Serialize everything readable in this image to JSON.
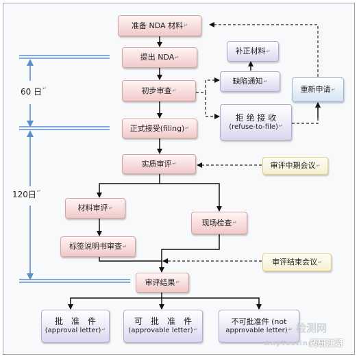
{
  "nodes": {
    "prepare": "准备 NDA 材料",
    "submit": "提出 NDA",
    "initial_review": "初步审查",
    "formal_accept": "正式接受(filing)",
    "substantive_review": "实质审评",
    "material_review": "材料审评",
    "label_review": "标签说明书审查",
    "site_inspection": "现场检查",
    "review_result": "审评结果",
    "supplement": "补正材料",
    "deficiency": "缺陷通知",
    "reapply": "重新申请",
    "refuse_line1": "拒 绝 接 收",
    "refuse_line2": "(refuse-to-file)",
    "mid_meeting": "审评中期会议",
    "end_meeting": "审评结束会议",
    "approve_line1": "批　准　件",
    "approve_line2": "(approval letter)",
    "approvable_line1": "可　批　准　件",
    "approvable_line2": "(approvable letter)",
    "not_approvable_line1": "不可批准件 (not",
    "not_approvable_line2": "approvable letter)"
  },
  "timeline": {
    "period_1": "60 日",
    "period_2": "120日"
  },
  "return_mark": "↵",
  "watermark": {
    "text_1": "检测网",
    "text_2": "AnyTesting",
    "text_3": "药研江湖"
  },
  "colors": {
    "pink_box": "#f1c9c9",
    "lavender_box": "#dcd6ef",
    "blue_box": "#d4e3f3",
    "yellow_box": "#f6efcf",
    "timeline": "#5b8fc7"
  }
}
